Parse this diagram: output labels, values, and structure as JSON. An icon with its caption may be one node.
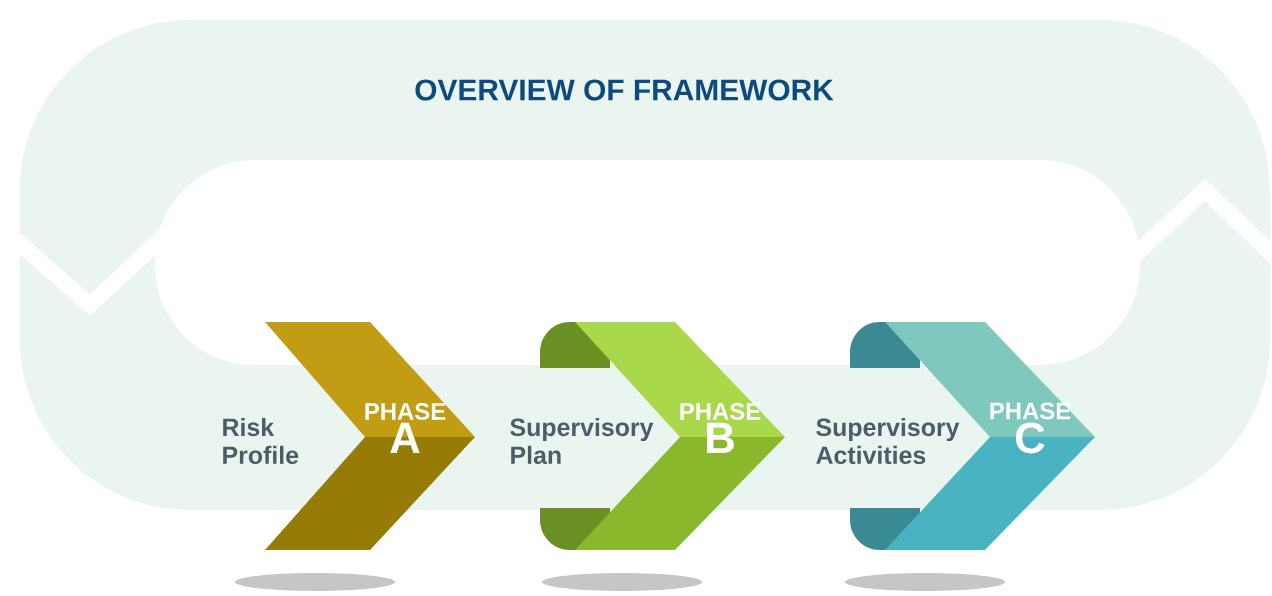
{
  "diagram": {
    "title": "OVERVIEW OF FRAMEWORK",
    "nodes": [
      {
        "text": [
          "PHASE",
          "A"
        ]
      },
      {
        "text": [
          "PHASE",
          "B"
        ]
      },
      {
        "text": [
          "PHASE",
          "C"
        ]
      }
    ],
    "labels": [
      "Risk Profile",
      "Supervisory Plan",
      "Supervisory Activities"
    ]
  }
}
